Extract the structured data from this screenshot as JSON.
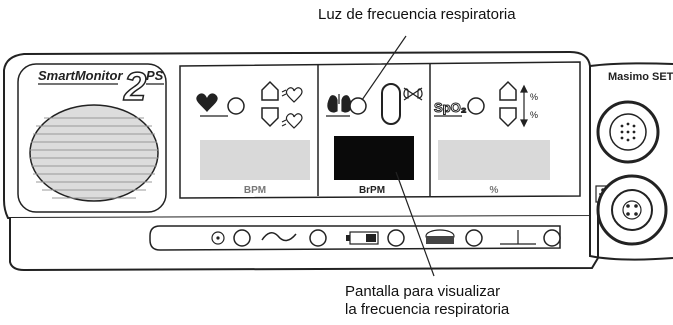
{
  "callouts": {
    "respiratory_rate_light": "Luz de frecuencia respiratoria",
    "respiratory_rate_display_line1": "Pantalla para visualizar",
    "respiratory_rate_display_line2": "la frecuencia respiratoria"
  },
  "device": {
    "brand": "SmartMonitor",
    "model_number": "2",
    "model_suffix": "PS",
    "sensor_brand": "Masimo SET"
  },
  "panels": {
    "heart": {
      "display_label": "BPM"
    },
    "respiration": {
      "display_label": "BrPM"
    },
    "spo2": {
      "sensor_label": "SpO₂",
      "display_label": "%",
      "up_unit": "%",
      "down_unit": "%"
    }
  },
  "colors": {
    "outline": "#222222",
    "device_body": "#ffffff",
    "display_gray": "#d9d9d9",
    "display_black": "#0a0a0a",
    "speaker_gray": "#dcdcdc"
  },
  "icons": {
    "heart": "heart-icon",
    "lungs": "lungs-icon",
    "lungs_crossed": "lungs-crossed-icon",
    "spo2": "spo2-icon",
    "patient": "patient-icon",
    "battery": "battery-icon",
    "waveform": "waveform-icon",
    "power": "power-icon"
  }
}
